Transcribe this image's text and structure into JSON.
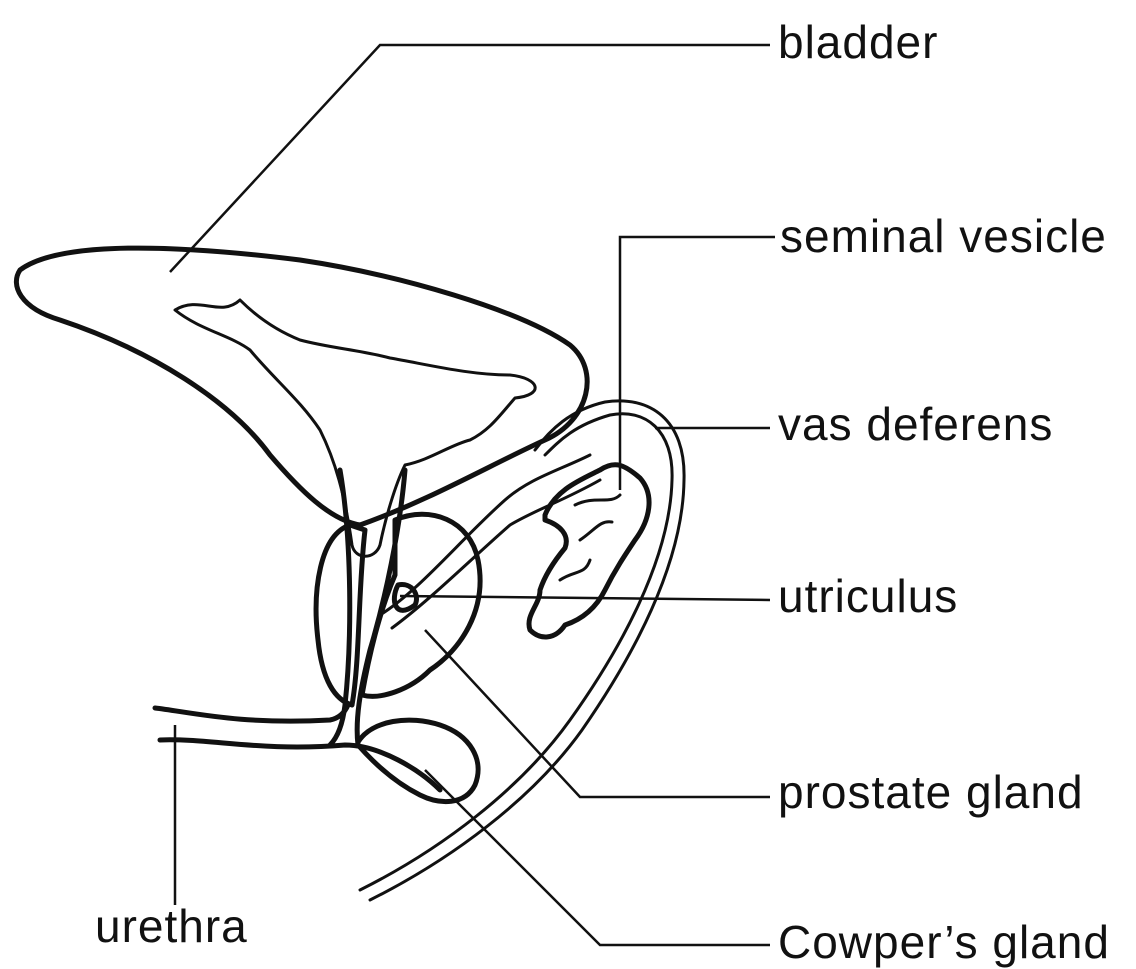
{
  "diagram": {
    "labels": {
      "bladder": "bladder",
      "seminal_vesicle": "seminal vesicle",
      "vas_deferens": "vas deferens",
      "utriculus": "utriculus",
      "prostate_gland": "prostate gland",
      "urethra": "urethra",
      "cowpers_gland": "Cowper’s gland"
    },
    "colors": {
      "ink": "#111111",
      "stipple": "#8a8a8a",
      "background": "#ffffff"
    }
  }
}
